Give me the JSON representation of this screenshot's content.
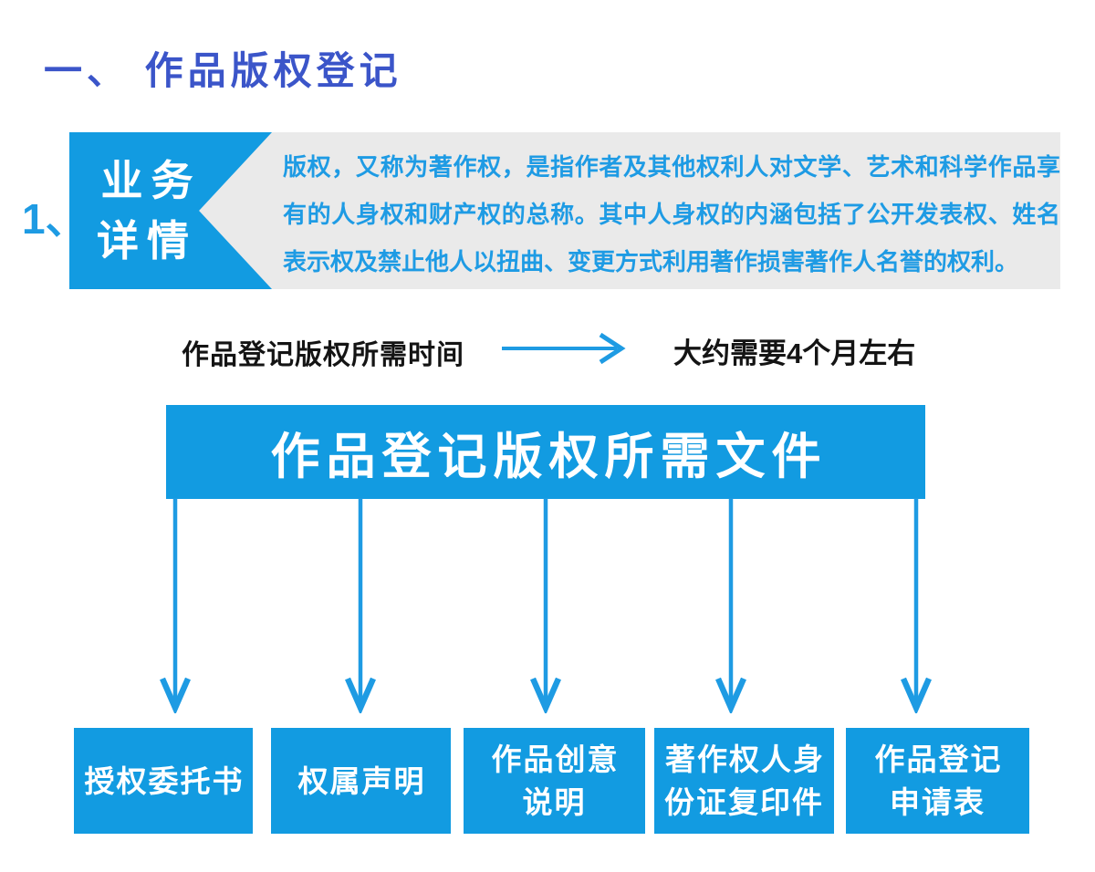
{
  "page": {
    "section_title": "一、 作品版权登记",
    "item_number": "1、"
  },
  "business_detail": {
    "tab_label": "业务\n详情",
    "description": "版权，又称为著作权，是指作者及其他权利人对文学、艺术和科学作品享有的人身权和财产权的总称。其中人身权的内涵包括了公开发表权、姓名表示权及禁止他人以扭曲、变更方式利用著作损害著作人名誉的权利。"
  },
  "duration": {
    "label": "作品登记版权所需时间",
    "value": "大约需要4个月左右"
  },
  "required_documents": {
    "header": "作品登记版权所需文件",
    "items": [
      "授权委托书",
      "权属声明",
      "作品创意\n说明",
      "著作权人身\n份证复印件",
      "作品登记\n申请表"
    ]
  },
  "colors": {
    "accent_blue": "#129BE1",
    "title_blue": "#3B55C9",
    "paragraph_blue": "#1E9BE4",
    "panel_gray": "#EAEAEA",
    "body_text_black": "#141414",
    "node_text_white": "#FFFFFF"
  },
  "icons": {
    "right_arrow": "right-arrow-icon",
    "down_arrow": "down-arrow-icon"
  }
}
